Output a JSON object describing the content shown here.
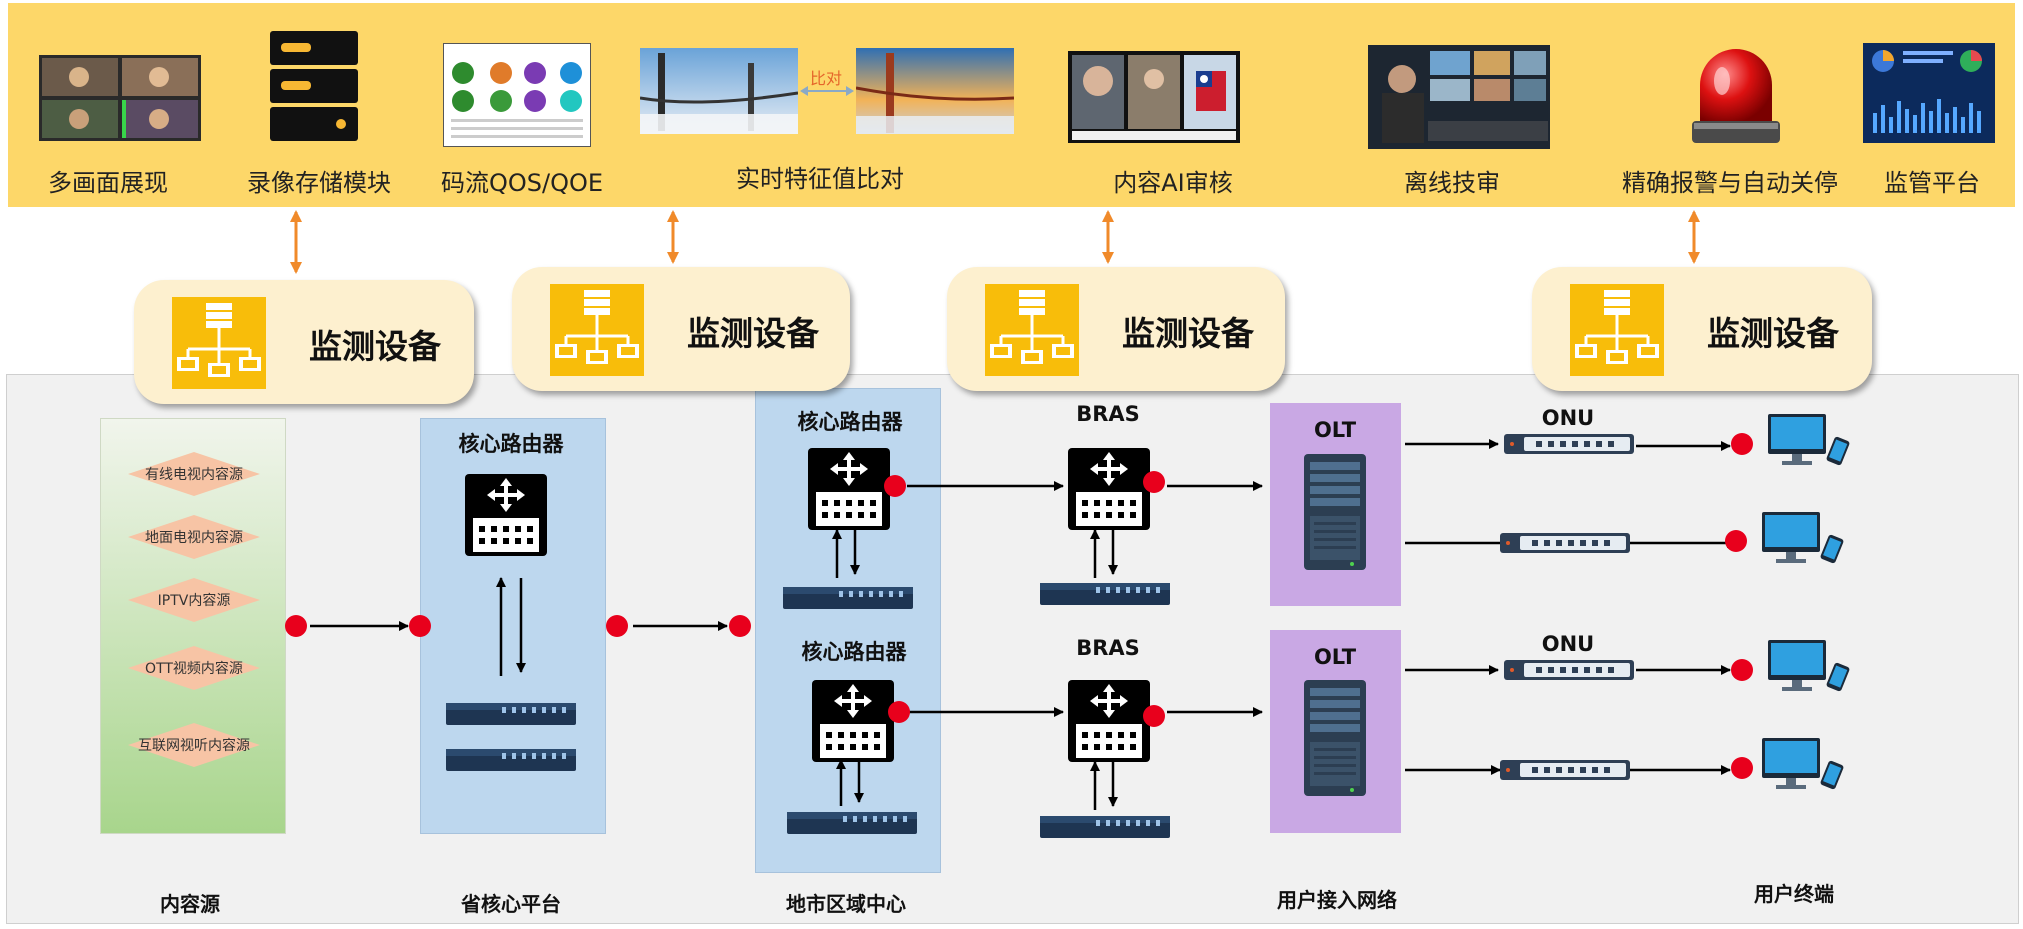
{
  "top_bar": {
    "items": [
      {
        "id": "multi-view",
        "label": "多画面展现"
      },
      {
        "id": "recording",
        "label": "录像存储模块"
      },
      {
        "id": "qos",
        "label": "码流QOS/QOE"
      },
      {
        "id": "feature",
        "label": "实时特征值比对"
      },
      {
        "id": "ai-review",
        "label": "内容AI审核"
      },
      {
        "id": "offline",
        "label": "离线技审"
      },
      {
        "id": "alarm",
        "label": "精确报警与自动关停"
      },
      {
        "id": "supervision",
        "label": "监管平台"
      }
    ],
    "compare_label": "比对"
  },
  "monitors": [
    {
      "label": "监测设备"
    },
    {
      "label": "监测设备"
    },
    {
      "label": "监测设备"
    },
    {
      "label": "监测设备"
    }
  ],
  "network": {
    "content_source": {
      "label": "内容源",
      "items": [
        "有线电视内容源",
        "地面电视内容源",
        "IPTV内容源",
        "OTT视频内容源",
        "互联网视听内容源"
      ]
    },
    "province": {
      "label": "省核心平台",
      "router_label": "核心路由器"
    },
    "city": {
      "label": "地市区域中心",
      "router_labels": [
        "核心路由器",
        "核心路由器"
      ]
    },
    "bras_labels": [
      "BRAS",
      "BRAS"
    ],
    "olt_labels": [
      "OLT",
      "OLT"
    ],
    "onu_labels": [
      "ONU",
      "ONU"
    ],
    "access_label": "用户接入网络",
    "terminal_label": "用户终端"
  },
  "colors": {
    "top_bar": "#fdd769",
    "monitor_card": "#fdf0cf",
    "monitor_icon": "#f8bd0a",
    "arrow_orange": "#f08a2a",
    "probe_red": "#e8001c",
    "source_green_top": "#f1f5ec",
    "source_green_bottom": "#a8d58c",
    "zone_blue": "#bdd7ee",
    "zone_purple": "#c9a8e4",
    "source_diamond": "#f7c4a5"
  }
}
